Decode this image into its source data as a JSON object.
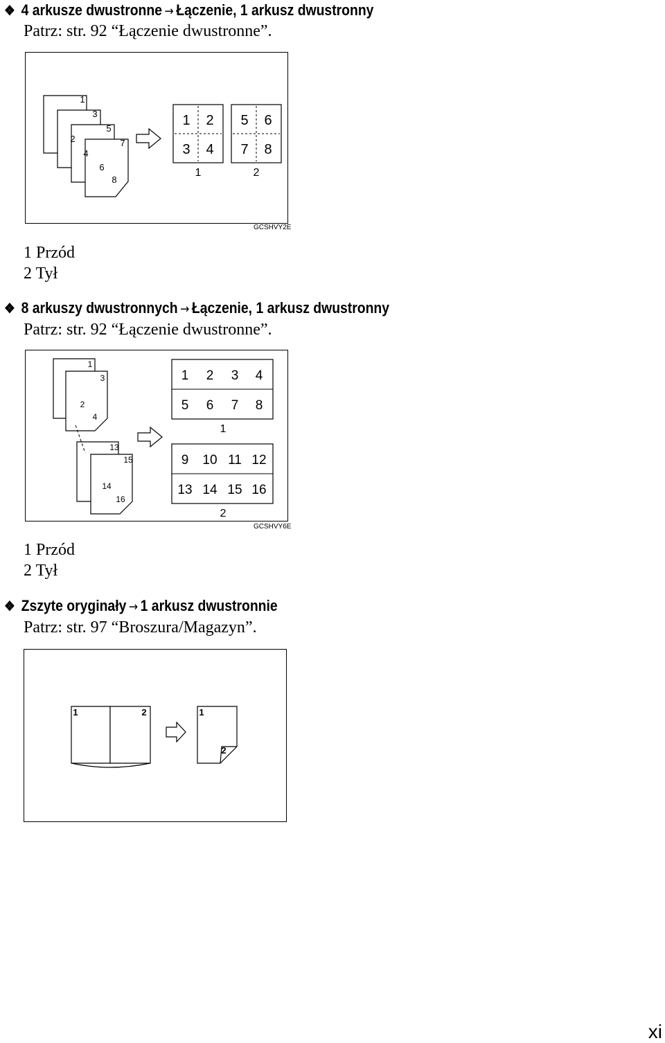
{
  "sections": [
    {
      "bullet": "❖",
      "title_source": "4 arkusze dwustronne",
      "arrow": "→",
      "title_target": "Łączenie, 1 arkusz dwustronny",
      "reference": "Patrz: str. 92 “Łączenie dwustronne”.",
      "figure_code": "GCSHVY2E",
      "figure_labels": {
        "stack": [
          "1",
          "2",
          "3",
          "4",
          "5",
          "6",
          "7",
          "8"
        ],
        "sheet_front": [
          "1",
          "2",
          "3",
          "4"
        ],
        "sheet_back": [
          "5",
          "6",
          "7",
          "8"
        ],
        "sheet_front_caption": "1",
        "sheet_back_caption": "2"
      },
      "legend": [
        "1 Przód",
        "2 Tył"
      ]
    },
    {
      "bullet": "❖",
      "title_source": "8 arkuszy dwustronnych",
      "arrow": "→",
      "title_target": "Łączenie, 1 arkusz dwustronny",
      "reference": "Patrz: str. 92 “Łączenie dwustronne”.",
      "figure_code": "GCSHVY6E",
      "figure_labels": {
        "stack_top": [
          "1",
          "2",
          "3",
          "4"
        ],
        "stack_bottom": [
          "13",
          "14",
          "15",
          "16"
        ],
        "sheet_front": [
          "1",
          "2",
          "3",
          "4",
          "5",
          "6",
          "7",
          "8"
        ],
        "sheet_back": [
          "9",
          "10",
          "11",
          "12",
          "13",
          "14",
          "15",
          "16"
        ],
        "sheet_front_caption": "1",
        "sheet_back_caption": "2"
      },
      "legend": [
        "1 Przód",
        "2 Tył"
      ]
    },
    {
      "bullet": "❖",
      "title_source": "Zszyte oryginały",
      "arrow": "→",
      "title_target": "1 arkusz dwustronnie",
      "reference": "Patrz: str. 97 “Broszura/Magazyn”.",
      "figure_labels": {
        "book_left": "1",
        "book_right": "2",
        "sheet_front": "1",
        "sheet_back": "2"
      }
    }
  ],
  "page_number": "xi"
}
